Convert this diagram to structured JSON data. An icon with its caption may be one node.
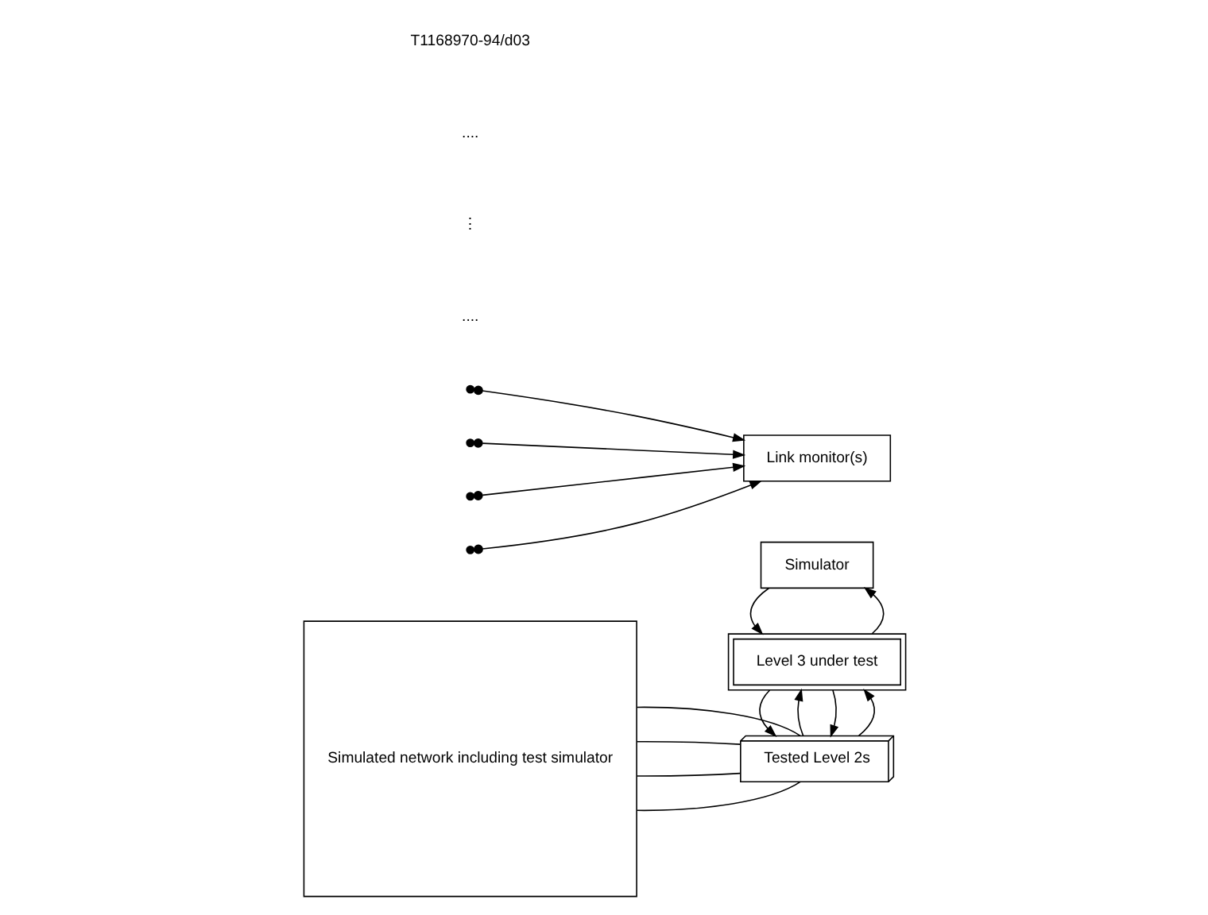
{
  "diagram": {
    "nodes": [
      {
        "text": [
          "Simulated network including test simulator"
        ]
      },
      {
        "text": [
          "Simulator"
        ]
      },
      {
        "text": [
          "Level 3 under test"
        ]
      },
      {
        "text": [
          "Tested Level 2s"
        ]
      },
      {
        "text": [
          "Link monitor(s)"
        ]
      }
    ],
    "edges": [
      {
        "from": 2,
        "to": 1,
        "arrow": "to"
      },
      {
        "from": 1,
        "to": 2,
        "arrow": "to"
      },
      {
        "from": 3,
        "to": 2,
        "arrow": "to"
      },
      {
        "from": 2,
        "to": 3,
        "arrow": "to"
      },
      {
        "from": 3,
        "to": 2,
        "arrow": "to"
      },
      {
        "from": 2,
        "to": 3,
        "arrow": "to"
      },
      {
        "from": 0,
        "to": 3,
        "arrow": "none"
      },
      {
        "from": 0,
        "to": 3,
        "arrow": "none"
      },
      {
        "from": 0,
        "to": 3,
        "arrow": "none"
      },
      {
        "from": 0,
        "to": 3,
        "arrow": "none"
      },
      {
        "from": null,
        "to": 4,
        "arrow": "to"
      },
      {
        "from": null,
        "to": 4,
        "arrow": "to"
      },
      {
        "from": null,
        "to": 4,
        "arrow": "to"
      },
      {
        "from": null,
        "to": 4,
        "arrow": "to"
      }
    ],
    "labels": [
      "....",
      "⋮",
      "....",
      "T1168970-94/d03"
    ]
  }
}
